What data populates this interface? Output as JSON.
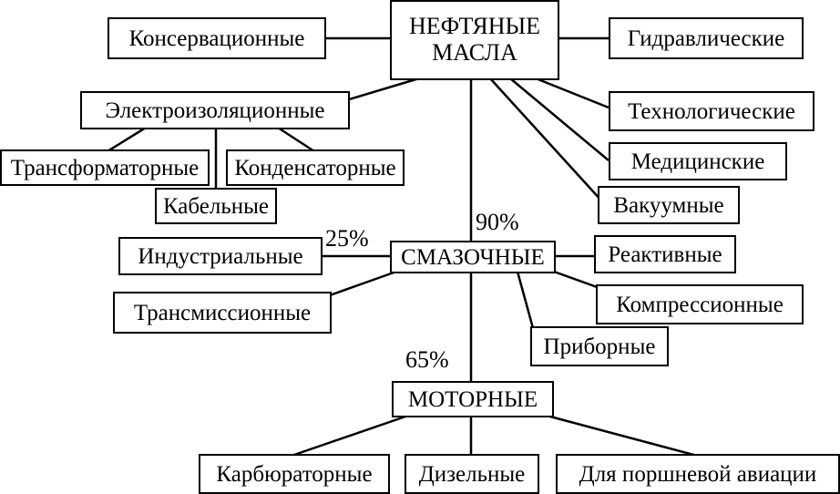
{
  "root": {
    "line1": "НЕФТЯНЫЕ",
    "line2": "МАСЛА"
  },
  "nodes": {
    "conservation": "Консервационные",
    "hydraulic": "Гидравлические",
    "electro": "Электроизоляционные",
    "technological": "Технологические",
    "transformer": "Трансформаторные",
    "capacitor": "Конденсаторные",
    "medical": "Медицинские",
    "cable": "Кабельные",
    "vacuum": "Вакуумные",
    "industrial": "Индустриальные",
    "lubricating": "СМАЗОЧНЫЕ",
    "reactive": "Реактивные",
    "compressor": "Компрессионные",
    "transmission": "Трансмиссионные",
    "instrument": "Приборные",
    "motor": "МОТОРНЫЕ",
    "carburetor": "Карбюраторные",
    "diesel": "Дизельные",
    "aviation": "Для поршневой авиации"
  },
  "percentages": {
    "lubricating_share": "90%",
    "industrial_share": "25%",
    "motor_share": "65%"
  }
}
